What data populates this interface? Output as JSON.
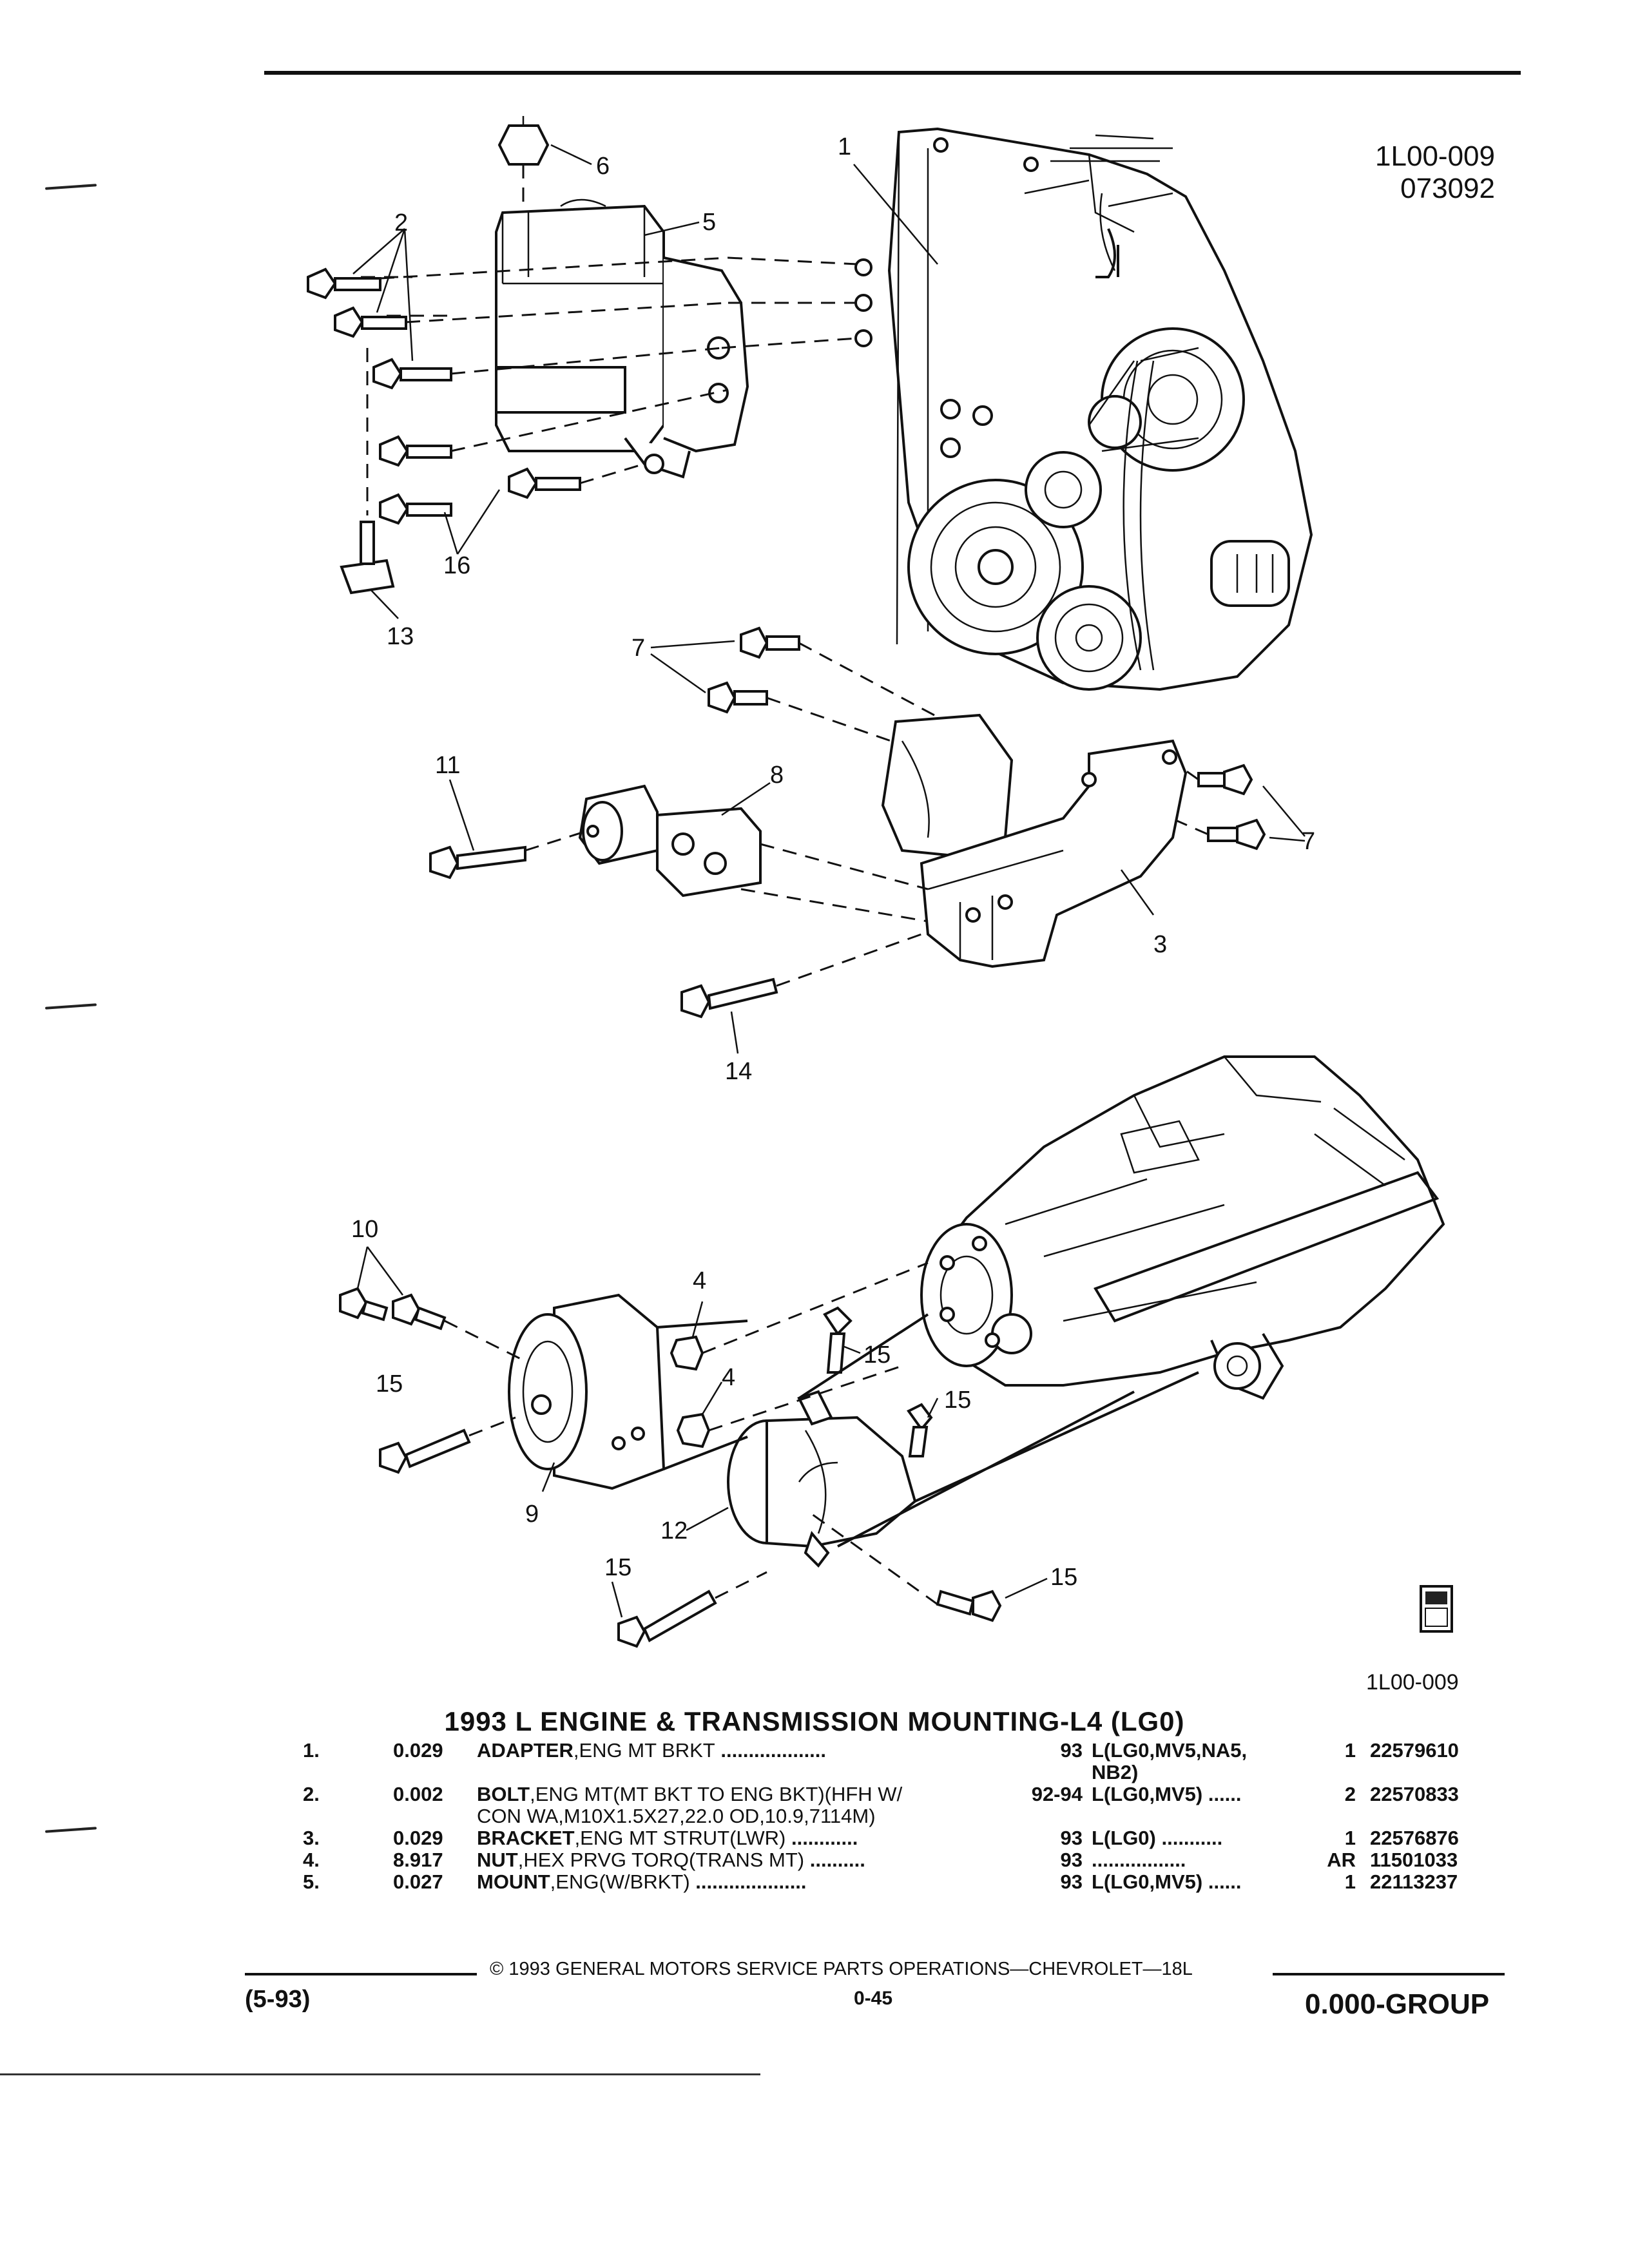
{
  "header": {
    "doc_code": "1L00-009",
    "doc_date": "073092"
  },
  "figure": {
    "code": "1L00-009",
    "icon": "gm-spo-logo-icon",
    "callouts": [
      "1",
      "2",
      "3",
      "4",
      "4",
      "5",
      "6",
      "7",
      "7",
      "8",
      "9",
      "10",
      "11",
      "12",
      "13",
      "14",
      "15",
      "15",
      "15",
      "15",
      "15",
      "16"
    ]
  },
  "section": {
    "title": "1993 L ENGINE & TRANSMISSION MOUNTING-L4 (LG0)"
  },
  "parts": [
    {
      "num": "1.",
      "code": "0.029",
      "desc_name": "ADAPTER",
      "desc_detail": ",ENG MT BRKT",
      "dots": "...................",
      "year": "93",
      "model": "L(LG0,MV5,NA5,\nNB2)",
      "qty": "1",
      "part_no": "22579610"
    },
    {
      "num": "2.",
      "code": "0.002",
      "desc_name": "BOLT",
      "desc_detail": ",ENG MT(MT BKT TO ENG BKT)(HFH W/\nCON WA,M10X1.5X27,22.0 OD,10.9,7114M)",
      "dots": "",
      "year": "92-94",
      "model": "L(LG0,MV5) ......",
      "qty": "2",
      "part_no": "22570833"
    },
    {
      "num": "3.",
      "code": "0.029",
      "desc_name": "BRACKET",
      "desc_detail": ",ENG MT STRUT(LWR)",
      "dots": "............",
      "year": "93",
      "model": "L(LG0) ...........",
      "qty": "1",
      "part_no": "22576876"
    },
    {
      "num": "4.",
      "code": "8.917",
      "desc_name": "NUT",
      "desc_detail": ",HEX PRVG TORQ(TRANS MT)",
      "dots": "..........",
      "year": "93",
      "model": ".................",
      "qty": "AR",
      "part_no": "11501033"
    },
    {
      "num": "5.",
      "code": "0.027",
      "desc_name": "MOUNT",
      "desc_detail": ",ENG(W/BRKT)",
      "dots": "....................",
      "year": "93",
      "model": "L(LG0,MV5) ......",
      "qty": "1",
      "part_no": "22113237"
    }
  ],
  "footer": {
    "copyright": "©  1993  GENERAL MOTORS SERVICE PARTS OPERATIONS—CHEVROLET—18L",
    "revision": "(5-93)",
    "page": "0-45",
    "group": "0.000-GROUP"
  }
}
